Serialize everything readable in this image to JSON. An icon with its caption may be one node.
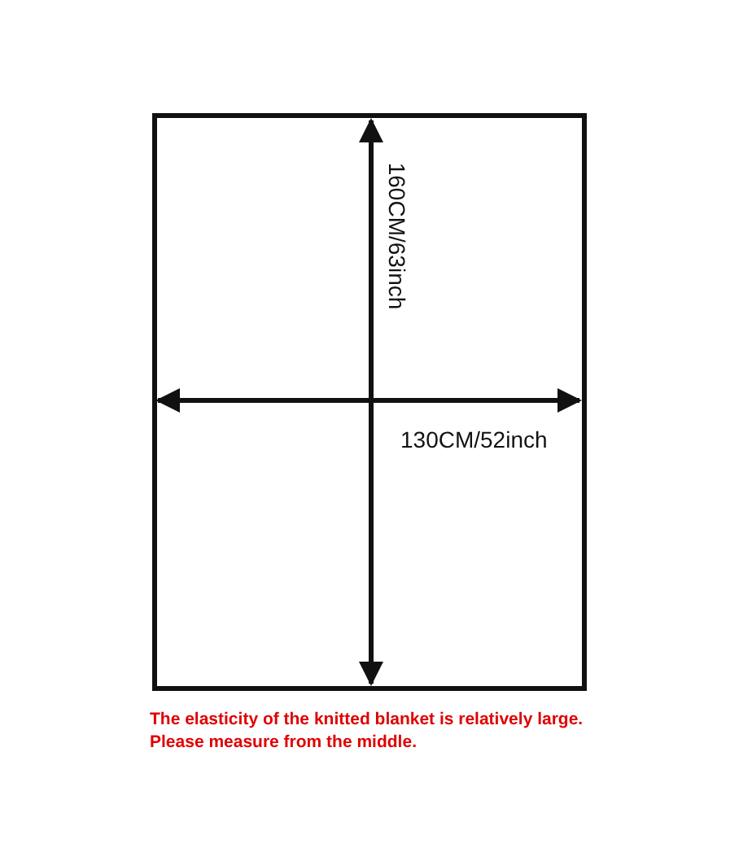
{
  "diagram": {
    "labels": [
      "160CM/63inch",
      "130CM/52inch",
      "The elasticity of the knitted blanket is relatively large. Please measure from the middle."
    ]
  }
}
